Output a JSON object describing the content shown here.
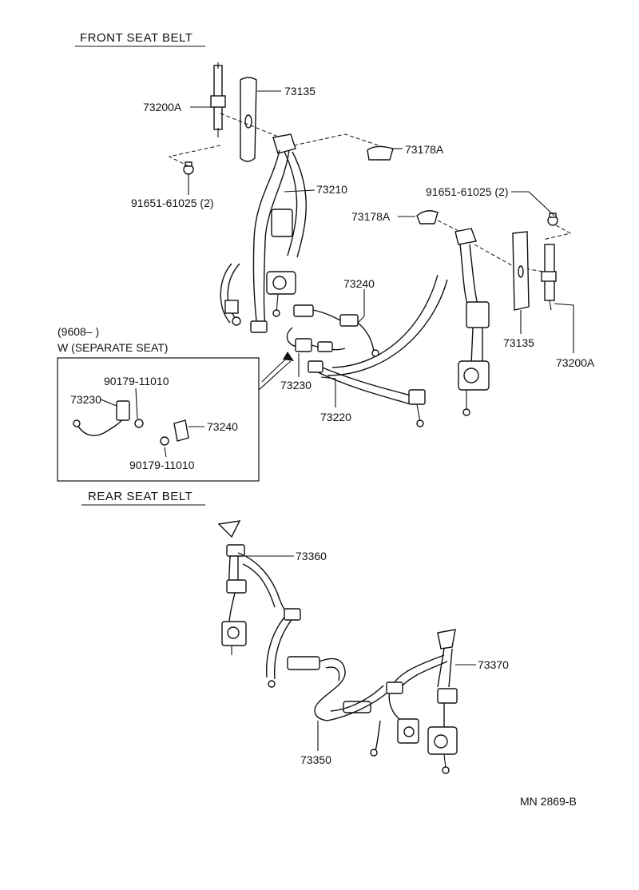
{
  "sections": {
    "front": "FRONT  SEAT  BELT",
    "rear": "REAR  SEAT  BELT"
  },
  "inset": {
    "date_note": "(9608–        )",
    "title": "W (SEPARATE  SEAT)"
  },
  "labels": {
    "p73135_a": "73135",
    "p73200A_a": "73200A",
    "p73178A_a": "73178A",
    "p91651_a": "91651-61025 (2)",
    "p73210": "73210",
    "p91651_b": "91651-61025 (2)",
    "p73178A_b": "73178A",
    "p73240_a": "73240",
    "p73135_b": "73135",
    "p73200A_b": "73200A",
    "p73230_a": "73230",
    "p73220": "73220",
    "p90179_a": "90179-11010",
    "p73230_b": "73230",
    "p73240_b": "73240",
    "p90179_b": "90179-11010",
    "p73360": "73360",
    "p73370": "73370",
    "p73350": "73350"
  },
  "footer_code": "MN  2869-B"
}
